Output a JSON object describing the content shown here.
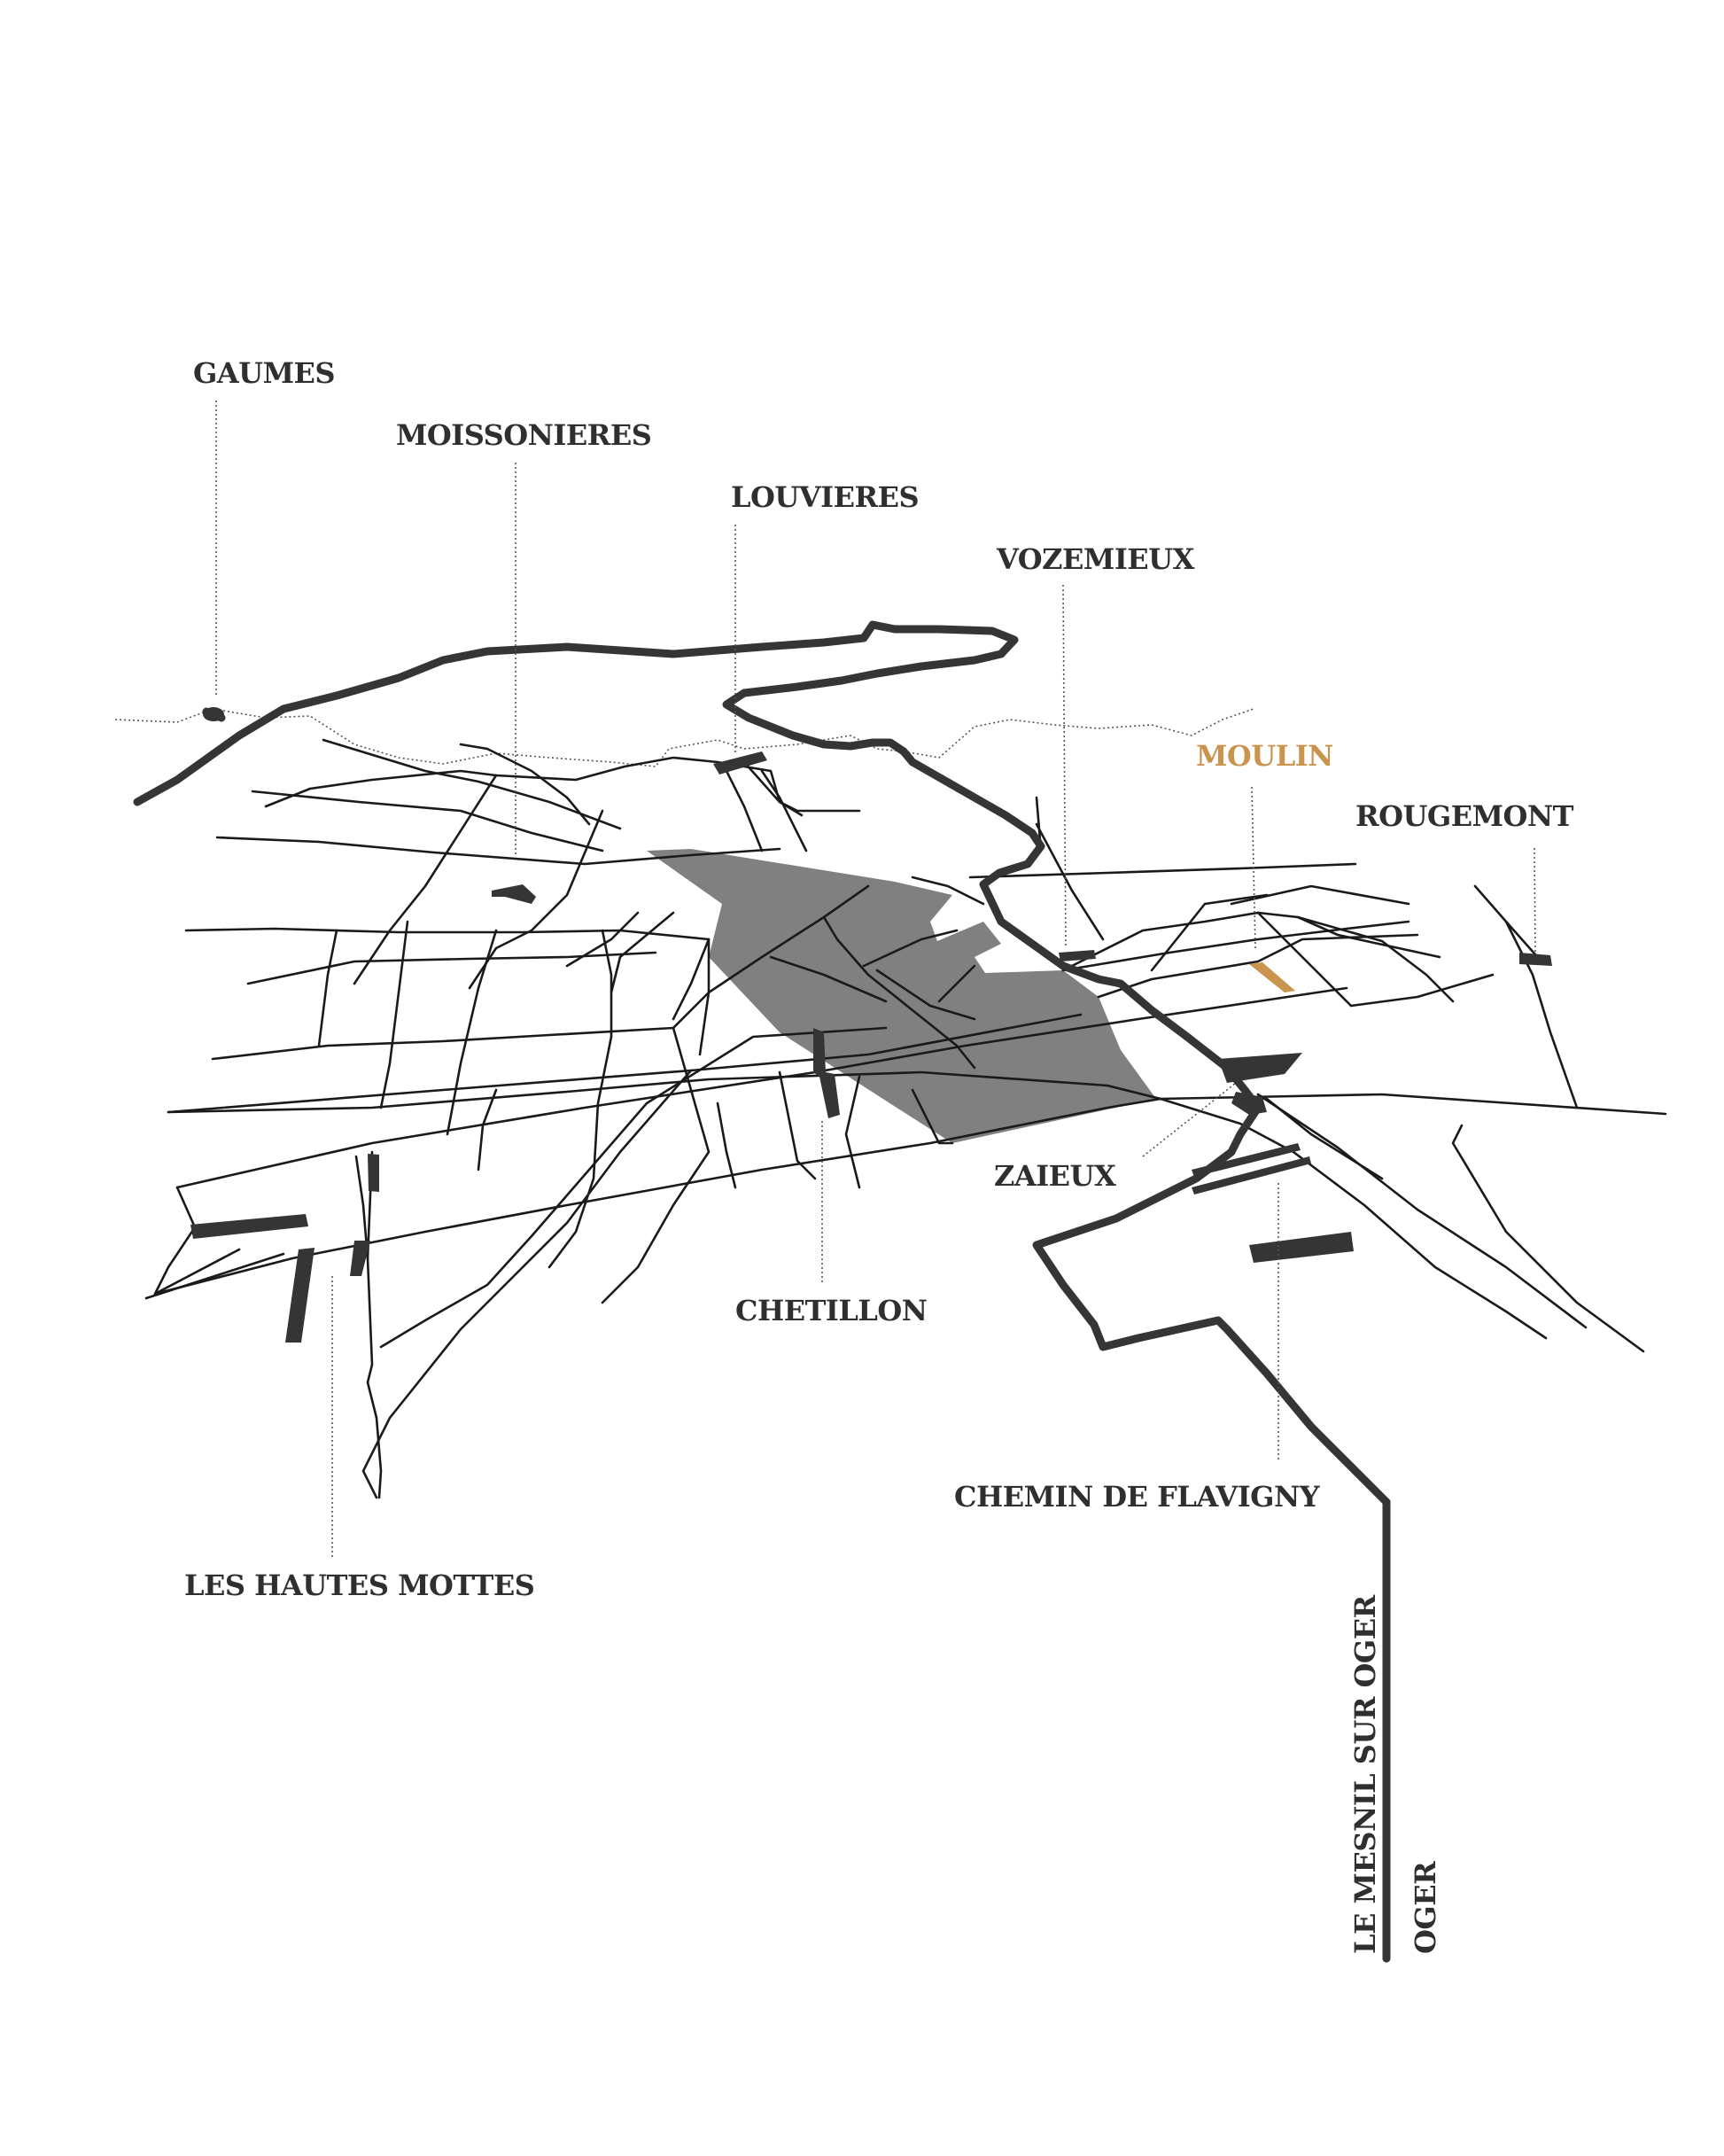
{
  "labels": {
    "gaumes": "GAUMES",
    "moissonieres": "MOISSONIERES",
    "louvieres": "LOUVIERES",
    "vozemieux": "VOZEMIEUX",
    "moulin": "MOULIN",
    "rougemont": "ROUGEMONT",
    "zaieux": "ZAIEUX",
    "chetillon": "CHETILLON",
    "chemin_de_flavigny": "CHEMIN DE FLAVIGNY",
    "les_hautes_mottes": "LES HAUTES MOTTES",
    "le_mesnil_sur_oger": "LE MESNIL SUR OGER",
    "oger": "OGER"
  },
  "colors": {
    "road": "#1a1a1a",
    "main_road": "#353535",
    "parcel": "#353535",
    "village_area": "#808080",
    "text": "#2f2f2f",
    "highlight": "#c8944e"
  }
}
